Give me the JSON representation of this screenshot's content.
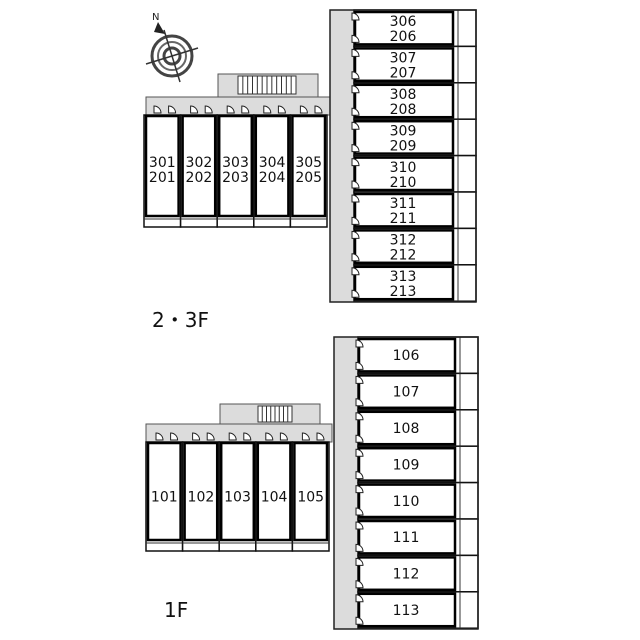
{
  "upper": {
    "floor_label": "2・3F",
    "row_units": [
      {
        "top": "301",
        "bottom": "201"
      },
      {
        "top": "302",
        "bottom": "202"
      },
      {
        "top": "303",
        "bottom": "203"
      },
      {
        "top": "304",
        "bottom": "204"
      },
      {
        "top": "305",
        "bottom": "205"
      }
    ],
    "column_units": [
      {
        "top": "306",
        "bottom": "206"
      },
      {
        "top": "307",
        "bottom": "207"
      },
      {
        "top": "308",
        "bottom": "208"
      },
      {
        "top": "309",
        "bottom": "209"
      },
      {
        "top": "310",
        "bottom": "210"
      },
      {
        "top": "311",
        "bottom": "211"
      },
      {
        "top": "312",
        "bottom": "212"
      },
      {
        "top": "313",
        "bottom": "213"
      }
    ]
  },
  "lower": {
    "floor_label": "1F",
    "row_units": [
      "101",
      "102",
      "103",
      "104",
      "105"
    ],
    "column_units": [
      "106",
      "107",
      "108",
      "109",
      "110",
      "111",
      "112",
      "113"
    ]
  },
  "compass": {
    "north_label": "N",
    "icon": "compass-icon"
  }
}
